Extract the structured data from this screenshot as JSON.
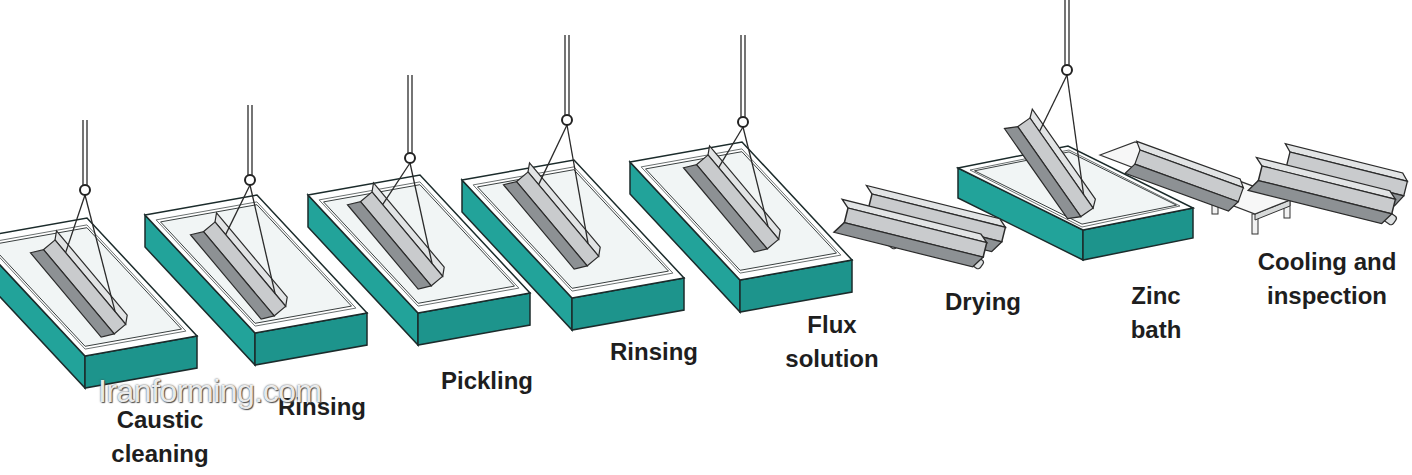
{
  "diagram": {
    "labels": [
      "Caustic cleaning",
      "Rinsing",
      "Pickling",
      "Rinsing",
      "Flux solution",
      "Drying",
      "Zinc bath",
      "Cooling and inspection",
      "Iranforming.com"
    ]
  }
}
